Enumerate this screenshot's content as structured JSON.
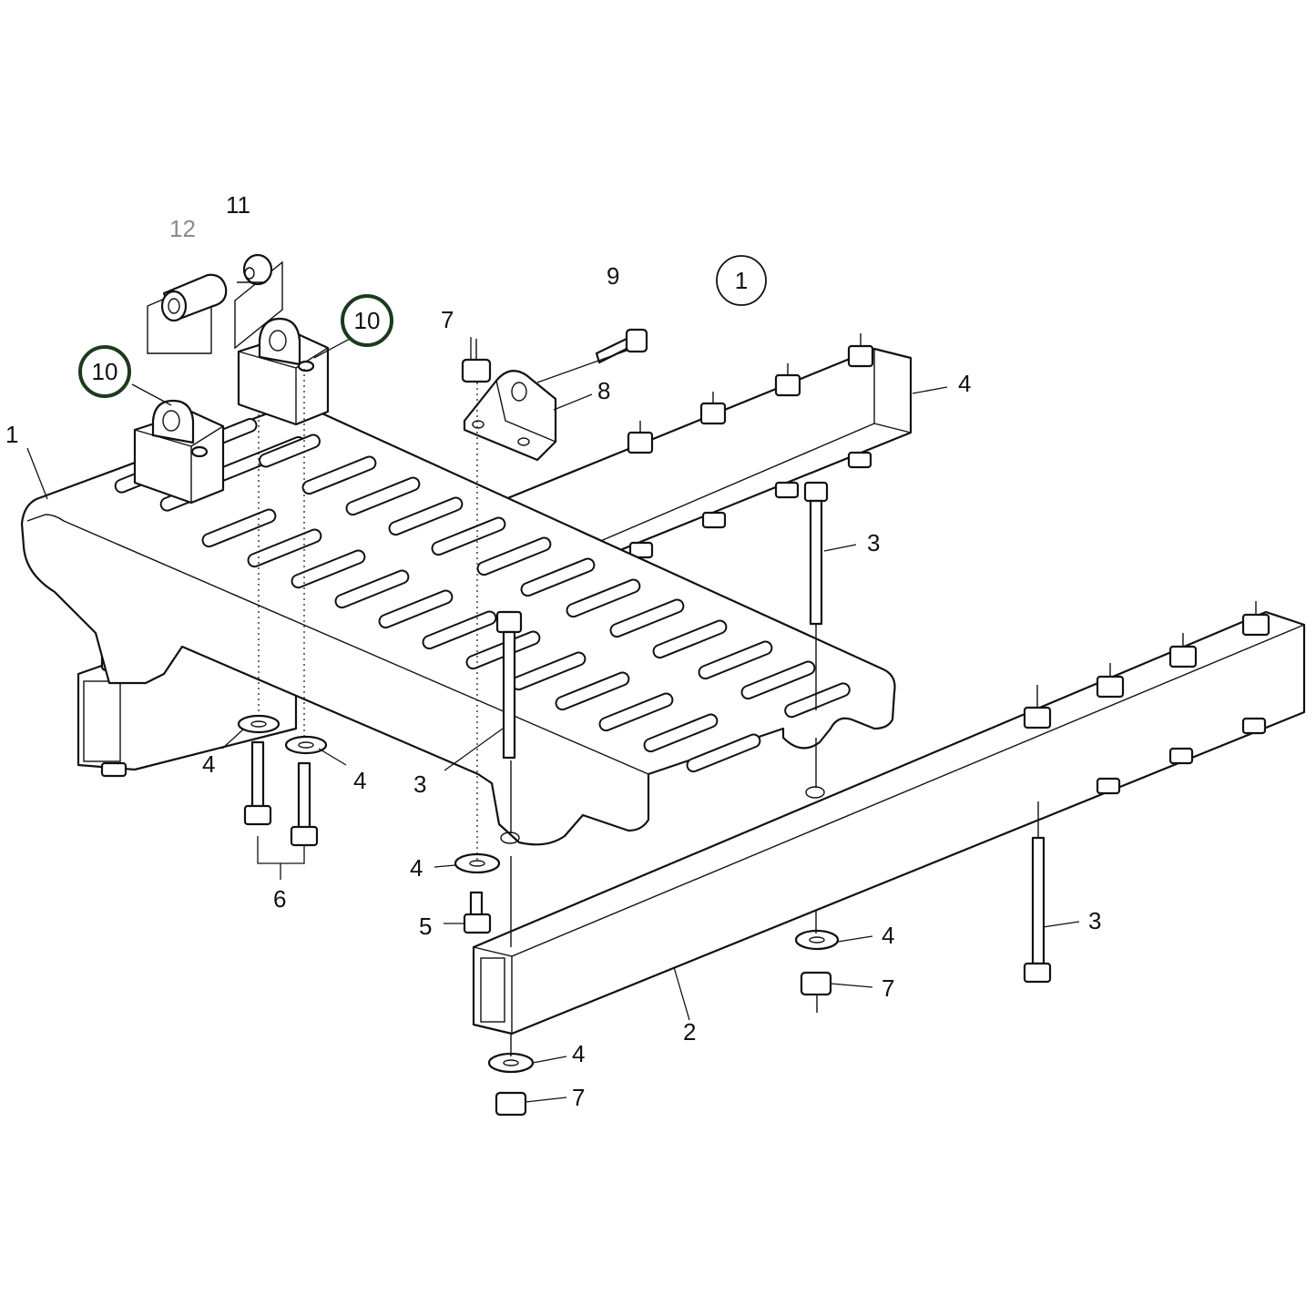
{
  "callouts": {
    "c1": "1",
    "c1_circled": "1",
    "c2": "2",
    "c3": "3",
    "c4": "4",
    "c5": "5",
    "c6": "6",
    "c7": "7",
    "c8": "8",
    "c9": "9",
    "c10": "10",
    "c11": "11",
    "c12": "12"
  },
  "colors": {
    "line": "#111111",
    "bold_ring": "#1d3a1d",
    "grey_label": "#8a8a8a"
  }
}
